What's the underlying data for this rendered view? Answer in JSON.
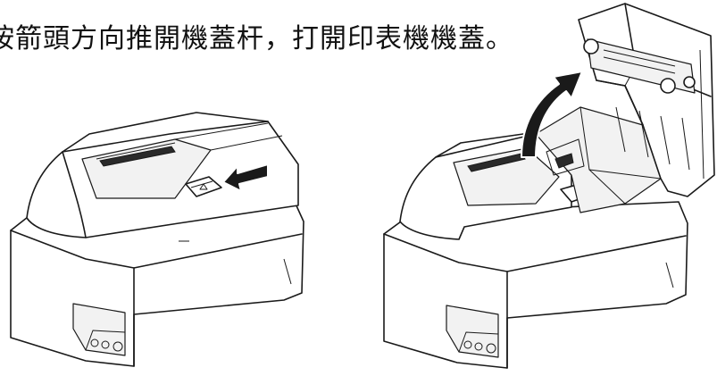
{
  "instruction_text": "按箭頭方向推開機蓋杆，打開印表機機蓋。",
  "figures": [
    {
      "name": "printer-closed",
      "icon": "printer-icon"
    },
    {
      "name": "printer-open",
      "icon": "printer-icon"
    }
  ]
}
